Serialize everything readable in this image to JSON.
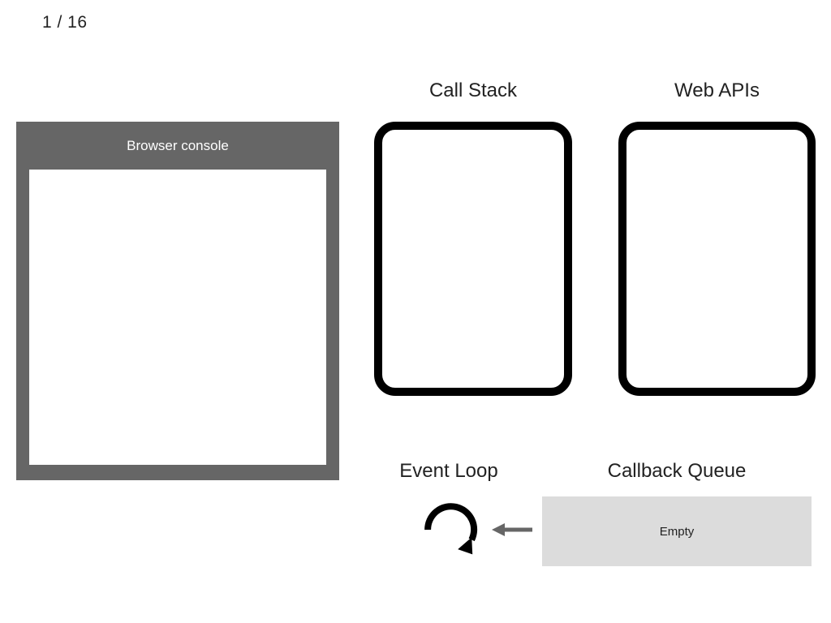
{
  "slide": {
    "counter": "1 / 16"
  },
  "console": {
    "title": "Browser console",
    "logs": []
  },
  "call_stack": {
    "title": "Call Stack",
    "items": []
  },
  "web_apis": {
    "title": "Web APIs",
    "items": []
  },
  "event_loop": {
    "title": "Event Loop",
    "icon": "circular-arrow-icon",
    "arrow_icon": "arrow-left-icon",
    "arrow_color": "#666666"
  },
  "callback_queue": {
    "title": "Callback Queue",
    "empty_label": "Empty",
    "box_color": "#dcdcdc"
  },
  "colors": {
    "console_frame": "#666666",
    "box_border": "#000000",
    "background": "#ffffff",
    "text": "#222222"
  }
}
